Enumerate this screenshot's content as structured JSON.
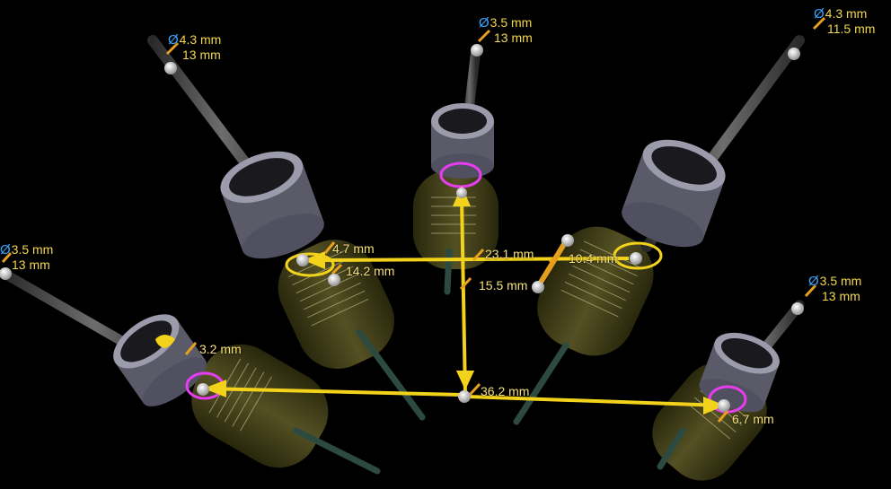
{
  "diameter_symbol": "Ø",
  "implants": [
    {
      "name": "implant-top-center",
      "diameter": "3.5 mm",
      "length": "13 mm"
    },
    {
      "name": "implant-top-left",
      "diameter": "4.3 mm",
      "length": "13 mm"
    },
    {
      "name": "implant-top-right",
      "diameter": "4.3 mm",
      "length": "11.5 mm"
    },
    {
      "name": "implant-left",
      "diameter": "3.5 mm",
      "length": "13 mm"
    },
    {
      "name": "implant-right",
      "diameter": "3.5 mm",
      "length": "13 mm"
    }
  ],
  "measurements": {
    "m1": "4.7 mm",
    "m2": "14.2 mm",
    "m3": "23.1 mm",
    "m4": "10.4 mm",
    "m5": "15.5 mm",
    "m6": "3.2 mm",
    "m7": "36.2 mm",
    "m8": "6.7 mm"
  },
  "colors": {
    "background": "#000000",
    "measure_line": "#f2d21a",
    "label_text": "#f3d84a",
    "diameter_icon": "#39a6ff",
    "ring_magenta": "#e83cf0"
  }
}
